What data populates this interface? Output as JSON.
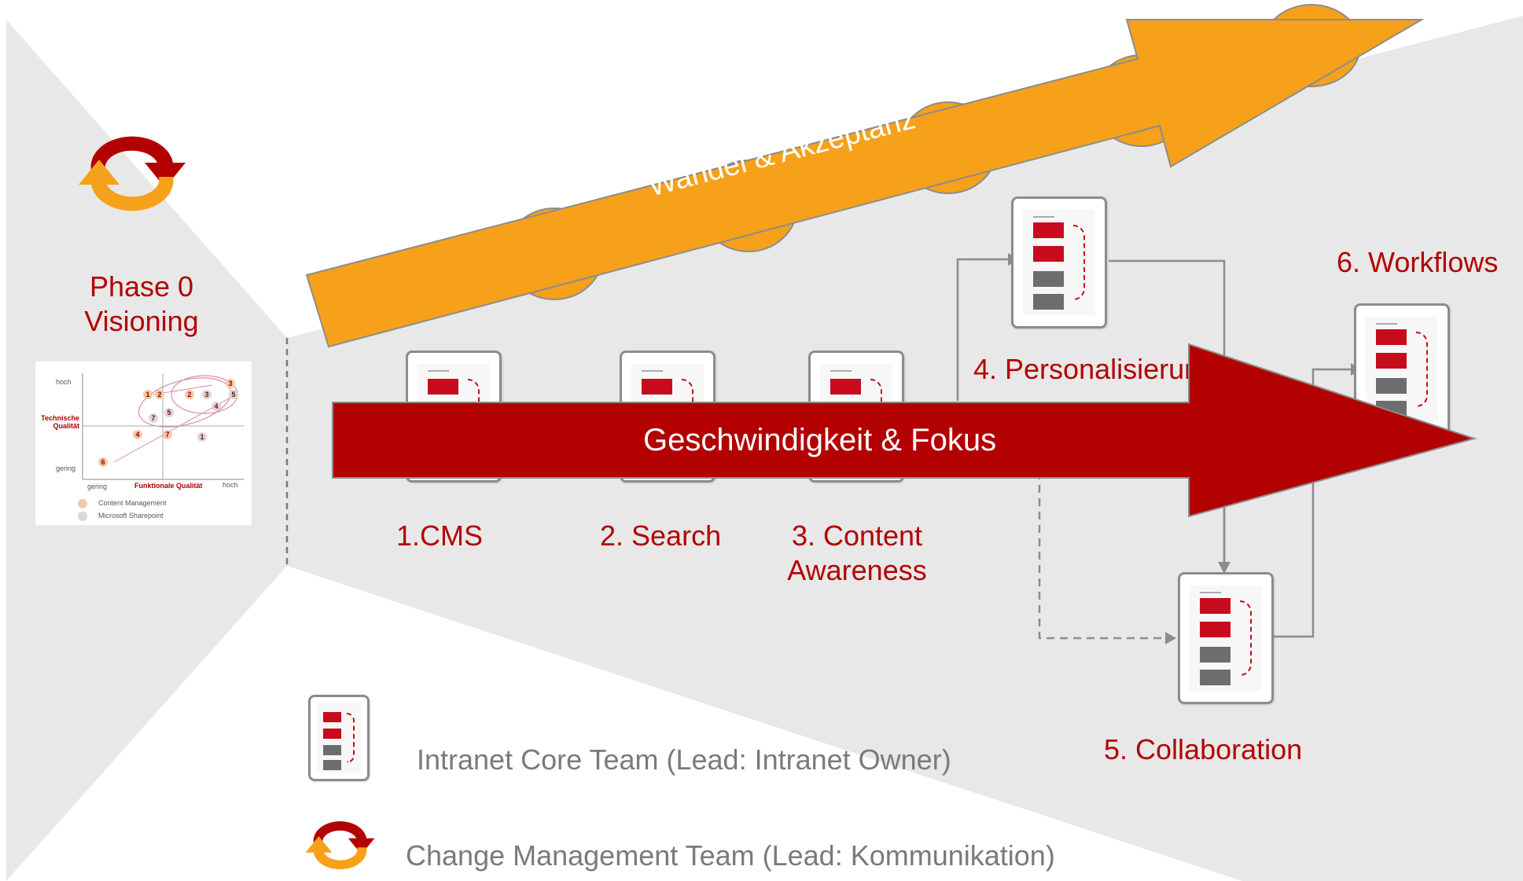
{
  "phase0": {
    "line1": "Phase 0",
    "line2": "Visioning"
  },
  "mini_chart": {
    "y_high": "hoch",
    "y_label": "Technische Qualität",
    "y_low": "gering",
    "x_low": "gering",
    "x_label": "Funktionale Qualität",
    "x_high": "hoch",
    "legend": [
      "Content Management",
      "Microsoft Sharepoint"
    ],
    "legend_colors": [
      "#f7c9a3",
      "#d8d8d8"
    ],
    "points": [
      "1",
      "2",
      "2",
      "3",
      "3",
      "4",
      "5",
      "5",
      "6",
      "7",
      "7",
      "1"
    ]
  },
  "arrows": {
    "orange_label": "Wandel & Akzeptanz",
    "red_label": "Geschwindigkeit & Fokus",
    "orange_color": "#f7a11a",
    "red_color": "#b30000"
  },
  "steps": {
    "cms": "1.CMS",
    "search": "2. Search",
    "content_line1": "3. Content",
    "content_line2": "Awareness",
    "personalisierung": "4. Personalisierung",
    "collaboration": "5. Collaboration",
    "workflows": "6. Workflows"
  },
  "legend": {
    "core_team": "Intranet Core Team (Lead: Intranet Owner)",
    "change_team": "Change Management Team (Lead: Kommunikation)"
  },
  "icons": [
    "cycle-arrows-icon",
    "team-card-icon"
  ],
  "colors": {
    "background_grey": "#e8e8e8",
    "text_red": "#b30000",
    "text_grey": "#7a7a7a"
  }
}
